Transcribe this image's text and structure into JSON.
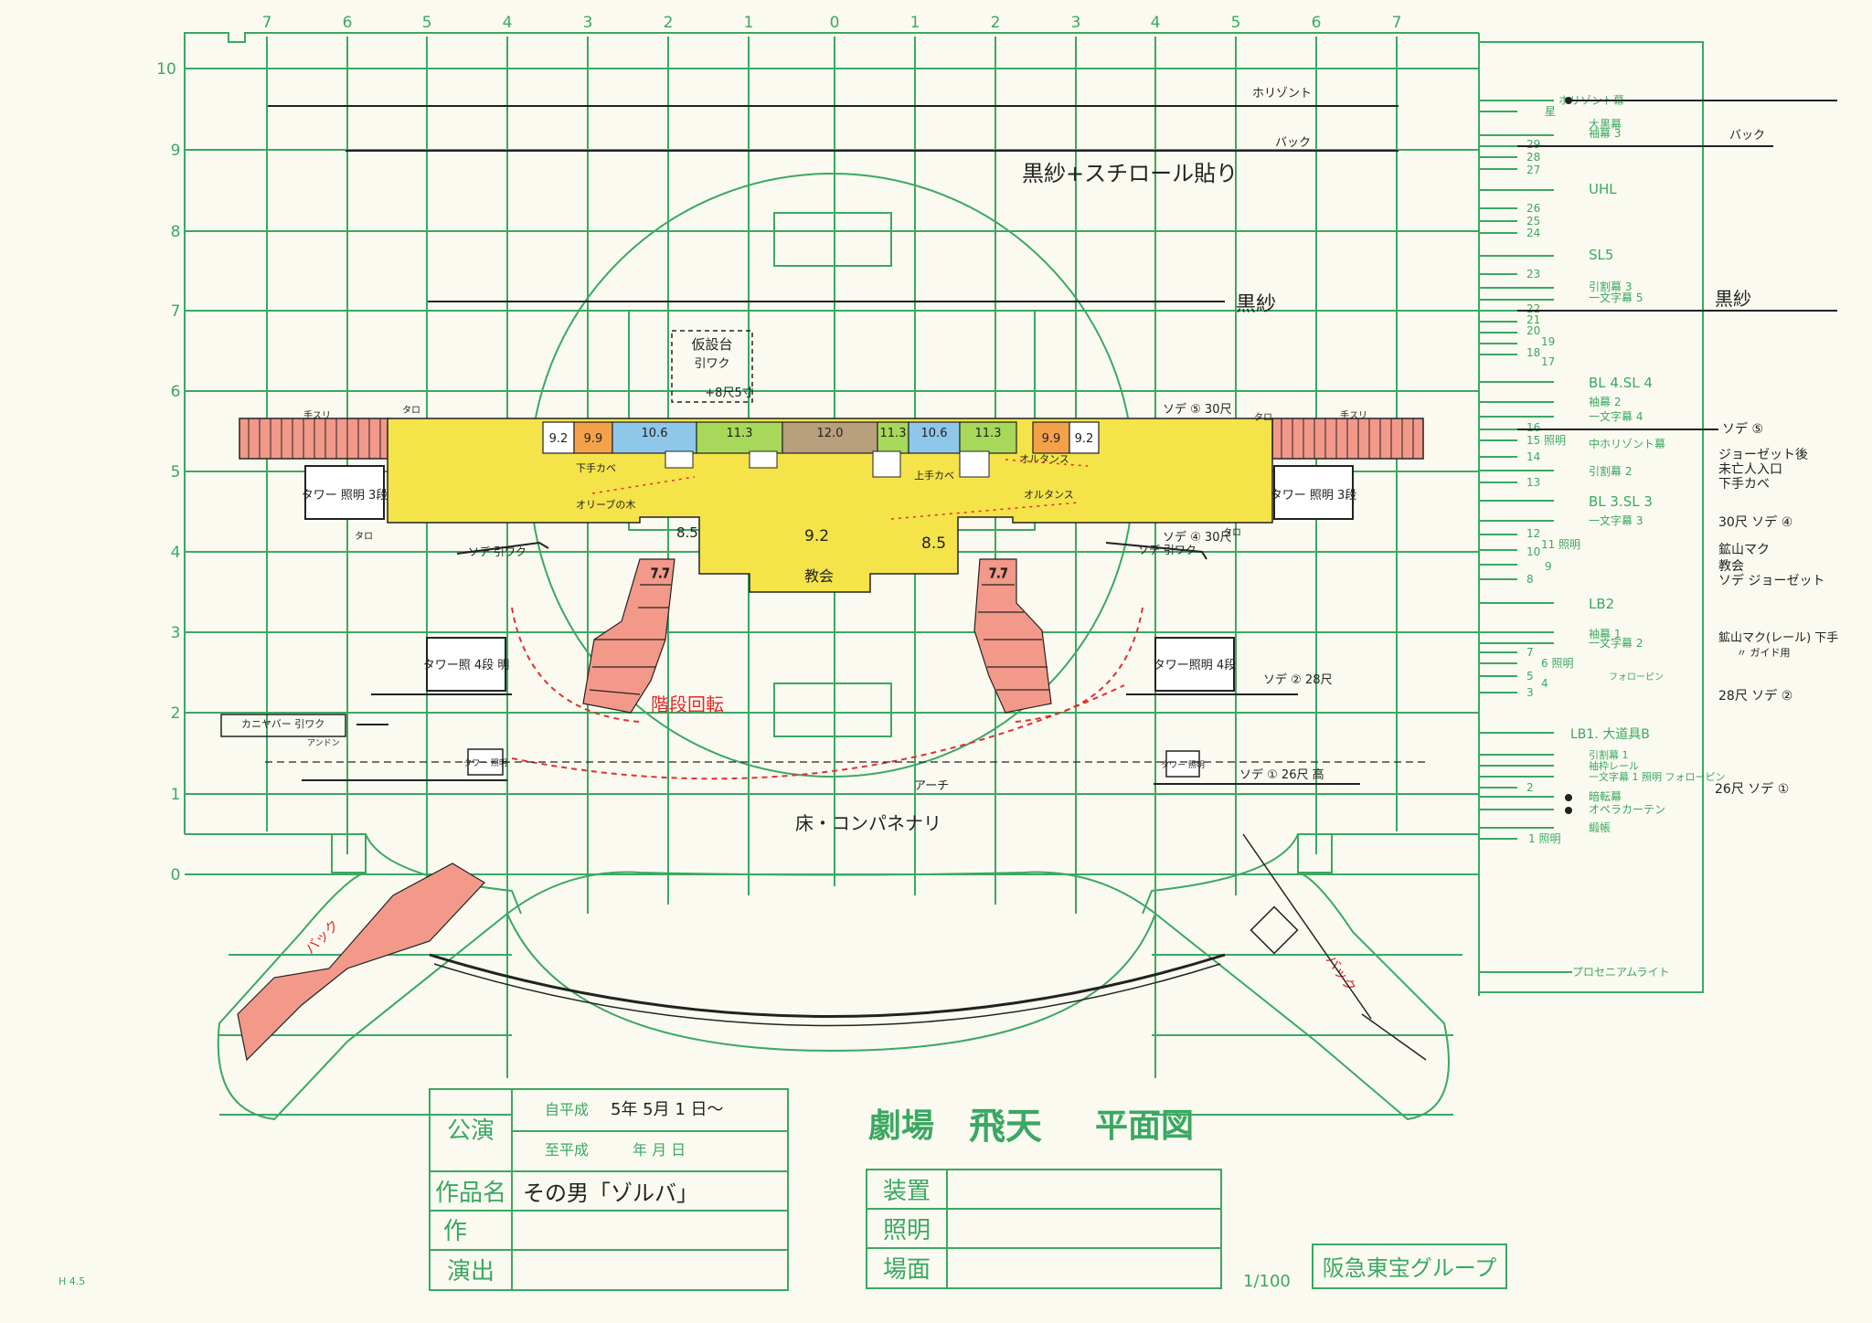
{
  "title": {
    "prefix": "劇場",
    "name": "飛天",
    "suffix": "平面図"
  },
  "company": "阪急東宝グループ",
  "scale": "1/100",
  "footer_code": "H 4.5",
  "info_table": {
    "performance_label": "公演",
    "from_label": "自平成",
    "from_date": "5年 5月 1 日〜",
    "to_label": "至平成",
    "to_date": "年 月 日",
    "title_label": "作品名",
    "title_value": "その男「ゾルバ」",
    "author_label": "作",
    "director_label": "演出",
    "set_label": "装置",
    "lighting_label": "照明",
    "scene_label": "場面"
  },
  "grid": {
    "x_labels": [
      "7",
      "6",
      "5",
      "4",
      "3",
      "2",
      "1",
      "0",
      "1",
      "2",
      "3",
      "4",
      "5",
      "6",
      "7"
    ],
    "y_labels": [
      "10",
      "9",
      "8",
      "7",
      "6",
      "5",
      "4",
      "3",
      "2",
      "1",
      "0"
    ]
  },
  "top_labels": {
    "horizont": "ホリゾント",
    "back": "バック",
    "black_gauze_styro": "黒紗+スチロール貼り",
    "black_gauze": "黒紗"
  },
  "platforms": {
    "heights": [
      "9.2",
      "9.9",
      "10.6",
      "11.3",
      "12.0",
      "11.3",
      "10.6",
      "11.3",
      "9.9",
      "9.2"
    ],
    "left_mid": "8.5",
    "center": "9.2",
    "right_mid": "8.5",
    "left_stair": "7.7",
    "right_stair": "7.7",
    "church": "教会",
    "kamite": "上手カベ",
    "shimote": "下手カベ",
    "olive": "オリーブの木",
    "orutansu": "オルタンス",
    "box_note_1": "仮設台",
    "box_note_2": "引ワク",
    "box_note_3": "+8尺5寸",
    "tesuri": "手スリ",
    "taro": "タロ"
  },
  "towers": {
    "left_upper": "タワー 照明 3段",
    "right_upper": "タワー 照明 3段",
    "left_lower": "タワー照 4段 明",
    "right_lower": "タワー照明 4段",
    "left_small": "タワー 照明",
    "right_small": "タワー 照明"
  },
  "notes": {
    "sode_left": "ソデ 引ワク",
    "sode_right": "ソデ 引ワク",
    "sode5": "ソデ ⑤ 30尺",
    "sode4": "ソデ ④ 30尺",
    "sode2": "ソデ ② 28尺",
    "sode1": "ソデ ① 26尺 高",
    "kaniya": "カニヤバー 引ワク",
    "andon": "アンドン",
    "arch": "アーチ",
    "floor": "床・コンパネナリ",
    "rotation": "階段回転",
    "back_left": "バック",
    "back_right": "バック"
  },
  "rail": {
    "items_top": [
      "ホリゾント幕",
      "星",
      "大黒幕",
      "袖幕 3",
      "29",
      "28",
      "27",
      "UHL",
      "26",
      "25",
      "24",
      "SL5",
      "23",
      "引割幕 3",
      "一文字幕 5",
      "22",
      "21",
      "20",
      "19",
      "18",
      "17"
    ],
    "items_mid": [
      "BL 4.SL 4",
      "袖幕 2",
      "一文字幕 4",
      "16",
      "15 照明",
      "中ホリゾント幕",
      "14",
      "引割幕 2",
      "13",
      "BL 3.SL 3",
      "一文字幕 3",
      "12",
      "11 照明",
      "10",
      "9",
      "8"
    ],
    "items_bot": [
      "LB2",
      "袖幕 1",
      "一文字幕 2",
      "7",
      "6 照明",
      "5",
      "4",
      "フォローピン",
      "3",
      "LB1. 大道具B",
      "引割幕 1",
      "袖枠レール",
      "一文字幕 1 照明 フォローピン",
      "2",
      "暗転幕",
      "オペラカーテン",
      "緞帳",
      "1 照明",
      "プロセニアムライト"
    ]
  },
  "rail_notes": {
    "back": "バック",
    "black_gauze": "黒紗",
    "sode5": "ソデ ⑤",
    "josette_after": "ジョーゼット後",
    "dead_entry": "未亡人入口",
    "shimote": "下手カベ",
    "sode4": "30尺 ソデ ④",
    "mine": "鉱山マク",
    "church": "教会",
    "sode_josette": "ソデ ジョーゼット",
    "mine_rail": "鉱山マク(レール) 下手",
    "guide": "〃 ガイド用",
    "sode2": "28尺 ソデ ②",
    "sode1": "26尺 ソデ ①"
  }
}
